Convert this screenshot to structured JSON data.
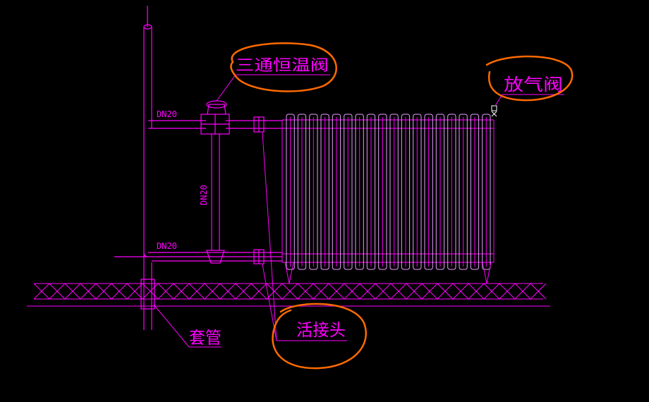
{
  "colors": {
    "background": "#000000",
    "pipe": "#ff00ff",
    "detail": "#e8a0ff",
    "annotation": "#ff6a00",
    "vent": "#ffffff"
  },
  "labels": {
    "pipe_top": "DN20",
    "pipe_vertical": "DN20",
    "pipe_bottom": "DN20",
    "valve": "三通恒温阀",
    "vent": "放气阀",
    "union": "活接头",
    "sleeve": "套管"
  },
  "icons": {
    "valve": "three-way-thermostatic-valve-icon",
    "vent": "air-vent-valve-icon",
    "union": "pipe-union-icon",
    "sleeve": "pipe-sleeve-icon"
  },
  "radiator": {
    "column_count": 18
  }
}
